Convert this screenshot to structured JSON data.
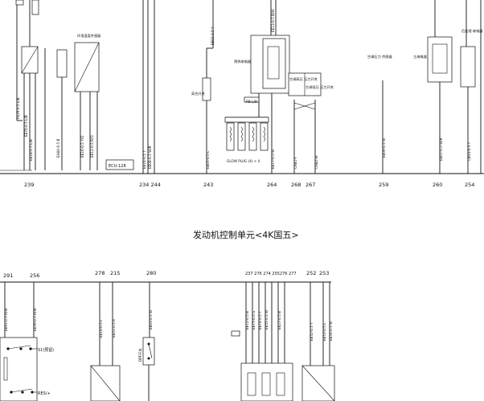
{
  "title": "发动机控制单元<4K国五>",
  "top_pins": [
    "239",
    "234 244",
    "243",
    "264",
    "268",
    "267",
    "259",
    "260",
    "254"
  ],
  "bottom_pins": [
    "291",
    "256",
    "278",
    "215",
    "280",
    "237 276 274 255276 277",
    "252",
    "253"
  ],
  "labels": {
    "env_sensor": "环境温度传感器",
    "ecu": "ECU-128",
    "glow": "GLOW PLUG (4) × 4",
    "glow_relay": "预热继电器",
    "clutch_sw": "离合开关",
    "ac_high": "空调高压 压力开关",
    "ac_low": "空调低压 压力开关",
    "sensor": "空调压力 传感器",
    "relay1": "主继电器",
    "relay2": "后处理 继电器",
    "sw1": "S1(预留)",
    "res": "RES/+",
    "dpf": "DPF开关",
    "fuse": "RB-L/B"
  },
  "wires_top": [
    "FE26-0.5 L/B",
    "EE70-0.5 L/B",
    "EE28-0.5 L/B",
    "EA84-0.5 B",
    "EE16-0.5 Y/G",
    "EE12-0.5 R/G",
    "EE24-0.5 Y",
    "EE08-0.5 W/R",
    "EE05-0.5 L",
    "EE17-0.5 W",
    "EE13-0.5 B/W",
    "CA81-Y",
    "CA82-W",
    "EE06-0.5 W",
    "EE07-0.5 W/R",
    "EE02-0.5 Y",
    "CB54-0.5 Y"
  ],
  "wires_bottom": [
    "EE91-0.5 R/W",
    "EE56-0.5 R/W",
    "EE10-0.5 L",
    "EE41-0.5 R",
    "EE03-0.5 W",
    "EE72-0.5 B",
    "EE75-0.5 G",
    "EE74-0.5 Y",
    "EE55-0.5 W",
    "EE27-0.5 B",
    "EE52-0.5 Y",
    "EE53-0.5 L",
    "EE54-0.5 W"
  ]
}
